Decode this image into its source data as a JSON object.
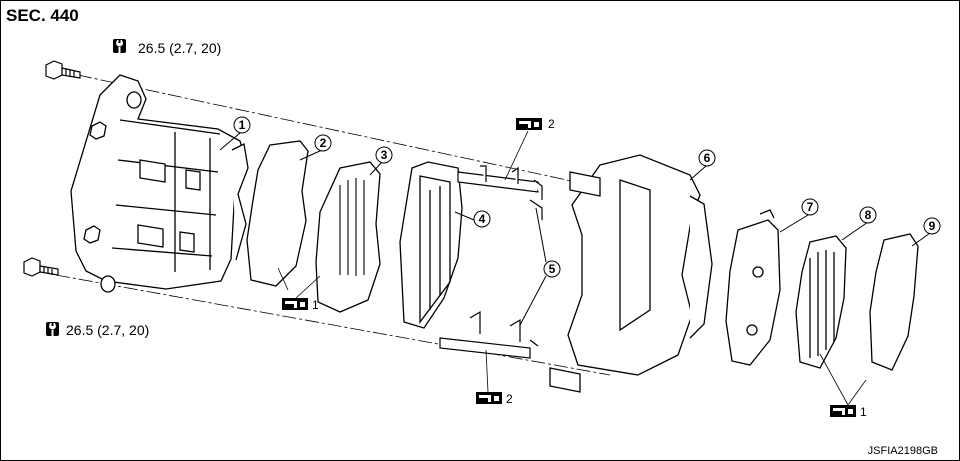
{
  "section": "SEC. 440",
  "torque_top": "26.5 (2.7, 20)",
  "torque_bottom": "26.5 (2.7, 20)",
  "diagram_code": "JSFIA2198GB",
  "callouts": [
    "1",
    "2",
    "3",
    "4",
    "5",
    "6",
    "7",
    "8",
    "9"
  ],
  "grease_labels": {
    "a": "2",
    "b": "1",
    "c": "2",
    "d": "1"
  },
  "icons": [
    "torque-wrench-icon",
    "grease-symbol-icon"
  ]
}
